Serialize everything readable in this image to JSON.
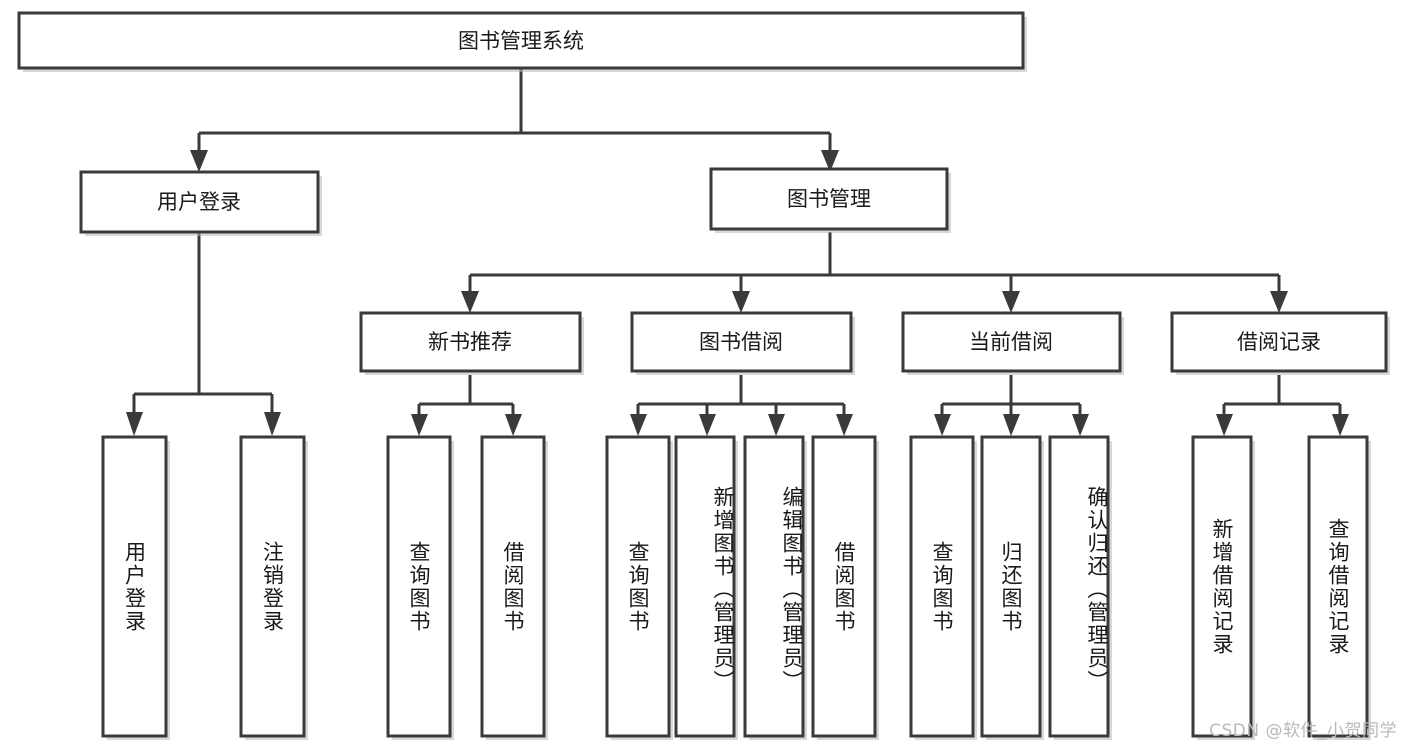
{
  "diagram": {
    "type": "tree-hierarchy",
    "title": "图书管理系统",
    "orientation": "top-down",
    "background_color": "#ffffff",
    "stroke_color": "#3a3a3a",
    "text_color": "#1a1a1a",
    "root": {
      "label": "图书管理系统"
    },
    "level2": [
      {
        "label": "用户登录"
      },
      {
        "label": "图书管理"
      }
    ],
    "level3": [
      {
        "label": "新书推荐",
        "parent": "图书管理"
      },
      {
        "label": "图书借阅",
        "parent": "图书管理"
      },
      {
        "label": "当前借阅",
        "parent": "图书管理"
      },
      {
        "label": "借阅记录",
        "parent": "图书管理"
      }
    ],
    "leaves": {
      "user_login": [
        {
          "label": "用户登录"
        },
        {
          "label": "注销登录"
        }
      ],
      "new_book_recommend": [
        {
          "label": "查询图书"
        },
        {
          "label": "借阅图书"
        }
      ],
      "book_borrow": [
        {
          "label": "查询图书"
        },
        {
          "label": "新增图书（管理员）"
        },
        {
          "label": "编辑图书（管理员）"
        },
        {
          "label": "借阅图书"
        }
      ],
      "current_borrow": [
        {
          "label": "查询图书"
        },
        {
          "label": "归还图书"
        },
        {
          "label": "确认归还（管理员）"
        }
      ],
      "borrow_record": [
        {
          "label": "新增借阅记录"
        },
        {
          "label": "查询借阅记录"
        }
      ]
    }
  },
  "watermark": {
    "text": "CSDN @软件_小贺同学"
  }
}
